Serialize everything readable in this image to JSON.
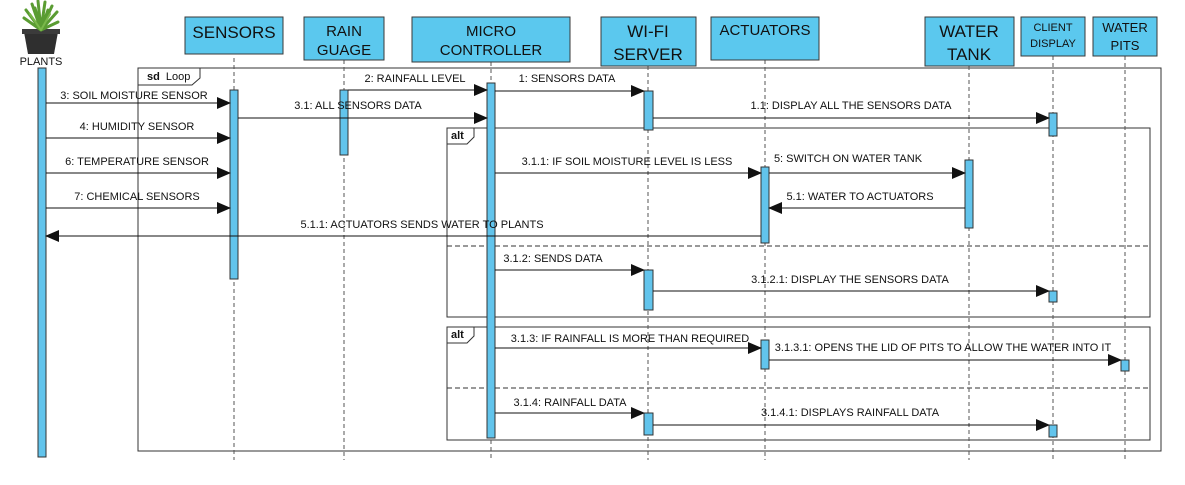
{
  "diagram": {
    "participants": [
      {
        "id": "plants",
        "label": [
          "PLANTS"
        ],
        "icon": "potted-plant-icon"
      },
      {
        "id": "sensors",
        "label": [
          "SENSORS"
        ]
      },
      {
        "id": "rain",
        "label": [
          "RAIN",
          "GUAGE"
        ]
      },
      {
        "id": "micro",
        "label": [
          "MICRO",
          "CONTROLLER"
        ]
      },
      {
        "id": "wifi",
        "label": [
          "WI-FI",
          "SERVER"
        ]
      },
      {
        "id": "actuators",
        "label": [
          "ACTUATORS"
        ]
      },
      {
        "id": "tank",
        "label": [
          "WATER",
          "TANK"
        ]
      },
      {
        "id": "client",
        "label": [
          "CLIENT",
          "DISPLAY"
        ]
      },
      {
        "id": "pits",
        "label": [
          "WATER",
          "PITS"
        ]
      }
    ],
    "loop_frame": {
      "keyword": "sd",
      "name": "Loop"
    },
    "alt_frames": [
      {
        "keyword": "alt"
      },
      {
        "keyword": "alt"
      }
    ],
    "messages": [
      {
        "from": "rain",
        "to": "micro",
        "label": "2: RAINFALL LEVEL"
      },
      {
        "from": "micro",
        "to": "wifi",
        "label": "1: SENSORS DATA"
      },
      {
        "from": "plants",
        "to": "sensors",
        "label": "3: SOIL MOISTURE SENSOR"
      },
      {
        "from": "sensors",
        "to": "micro",
        "label": "3.1: ALL SENSORS DATA"
      },
      {
        "from": "wifi",
        "to": "client",
        "label": "1.1: DISPLAY ALL THE SENSORS DATA"
      },
      {
        "from": "plants",
        "to": "sensors",
        "label": "4: HUMIDITY SENSOR"
      },
      {
        "from": "micro",
        "to": "actuators",
        "label": "3.1.1: IF SOIL MOISTURE LEVEL IS LESS"
      },
      {
        "from": "actuators",
        "to": "tank",
        "label": "5: SWITCH ON  WATER TANK"
      },
      {
        "from": "plants",
        "to": "sensors",
        "label": "6: TEMPERATURE SENSOR"
      },
      {
        "from": "tank",
        "to": "actuators",
        "label": "5.1: WATER TO ACTUATORS"
      },
      {
        "from": "plants",
        "to": "sensors",
        "label": "7: CHEMICAL SENSORS"
      },
      {
        "from": "actuators",
        "to": "plants",
        "label": "5.1.1: ACTUATORS SENDS WATER TO PLANTS"
      },
      {
        "from": "micro",
        "to": "wifi",
        "label": "3.1.2: SENDS DATA"
      },
      {
        "from": "wifi",
        "to": "client",
        "label": "3.1.2.1: DISPLAY THE SENSORS DATA"
      },
      {
        "from": "micro",
        "to": "actuators",
        "label": "3.1.3: IF RAINFALL IS MORE THAN REQUIRED"
      },
      {
        "from": "actuators",
        "to": "pits",
        "label": "3.1.3.1: OPENS THE LID OF PITS TO ALLOW THE WATER INTO IT"
      },
      {
        "from": "micro",
        "to": "wifi",
        "label": "3.1.4: RAINFALL DATA"
      },
      {
        "from": "wifi",
        "to": "client",
        "label": "3.1.4.1: DISPLAYS RAINFALL DATA"
      }
    ]
  }
}
